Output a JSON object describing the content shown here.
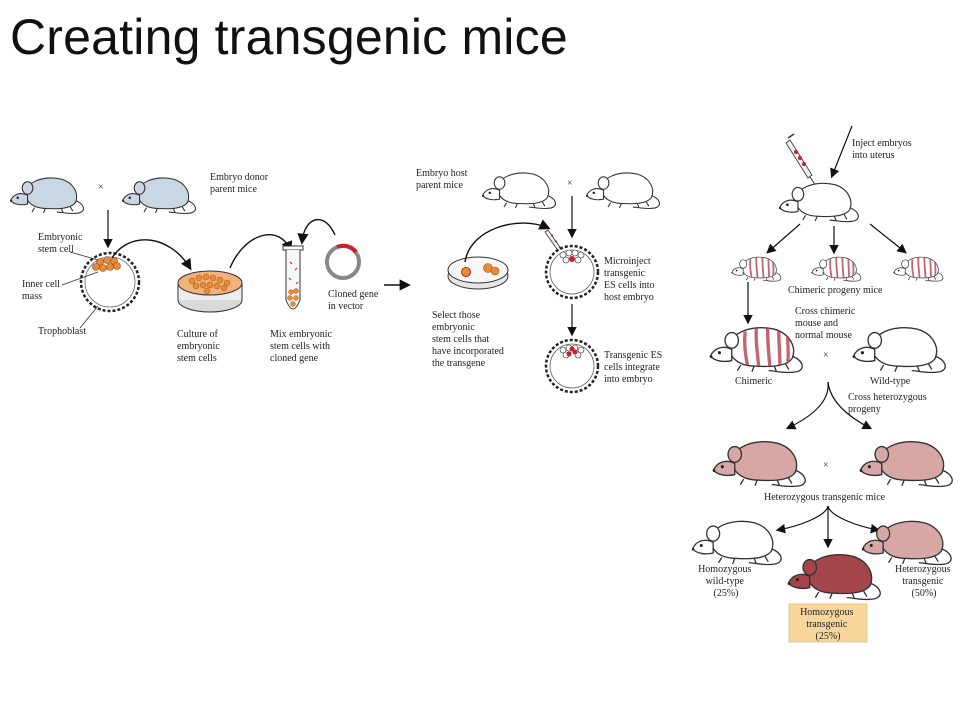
{
  "title": "Creating transgenic mice",
  "colors": {
    "blue_mouse": "#c9d6e3",
    "white_mouse": "#ffffff",
    "pink_mouse": "#d7a7a6",
    "dark_mouse": "#a4454a",
    "orange_cells": "#e98a36",
    "red_marker": "#c8202f",
    "highlight_box": "#f7d79b"
  },
  "labels": {
    "embryo_donor": [
      "Embryo donor",
      "parent mice"
    ],
    "embryonic_stem_cell": [
      "Embryonic",
      "stem cell"
    ],
    "inner_cell_mass": [
      "Inner cell",
      "mass"
    ],
    "trophoblast": "Trophoblast",
    "culture": [
      "Culture of",
      "embryonic",
      "stem cells"
    ],
    "mix": [
      "Mix embryonic",
      "stem cells with",
      "cloned gene"
    ],
    "cloned_gene": [
      "Cloned gene",
      "in vector"
    ],
    "embryo_host": [
      "Embryo host",
      "parent mice"
    ],
    "select": [
      "Select those",
      "embryonic",
      "stem cells that",
      "have incorporated",
      "the transgene"
    ],
    "microinject": [
      "Microinject",
      "transgenic",
      "ES cells into",
      "host embryo"
    ],
    "integrate": [
      "Transgenic ES",
      "cells integrate",
      "into embryo"
    ],
    "inject_embryos": [
      "Inject embryos",
      "into uterus"
    ],
    "chimeric_progeny": "Chimeric progeny mice",
    "cross_chimeric": [
      "Cross chimeric",
      "mouse and",
      "normal mouse"
    ],
    "chimeric": "Chimeric",
    "wild_type": "Wild-type",
    "cross_heterozygous": [
      "Cross heterozygous",
      "progeny"
    ],
    "heterozygous_mice": "Heterozygous transgenic mice",
    "homo_wild": [
      "Homozygous",
      "wild-type",
      "(25%)"
    ],
    "hetero_transgenic": [
      "Heterozygous",
      "transgenic",
      "(50%)"
    ],
    "homo_transgenic": [
      "Homozygous",
      "transgenic",
      "(25%)"
    ],
    "cross_symbol": "×"
  }
}
